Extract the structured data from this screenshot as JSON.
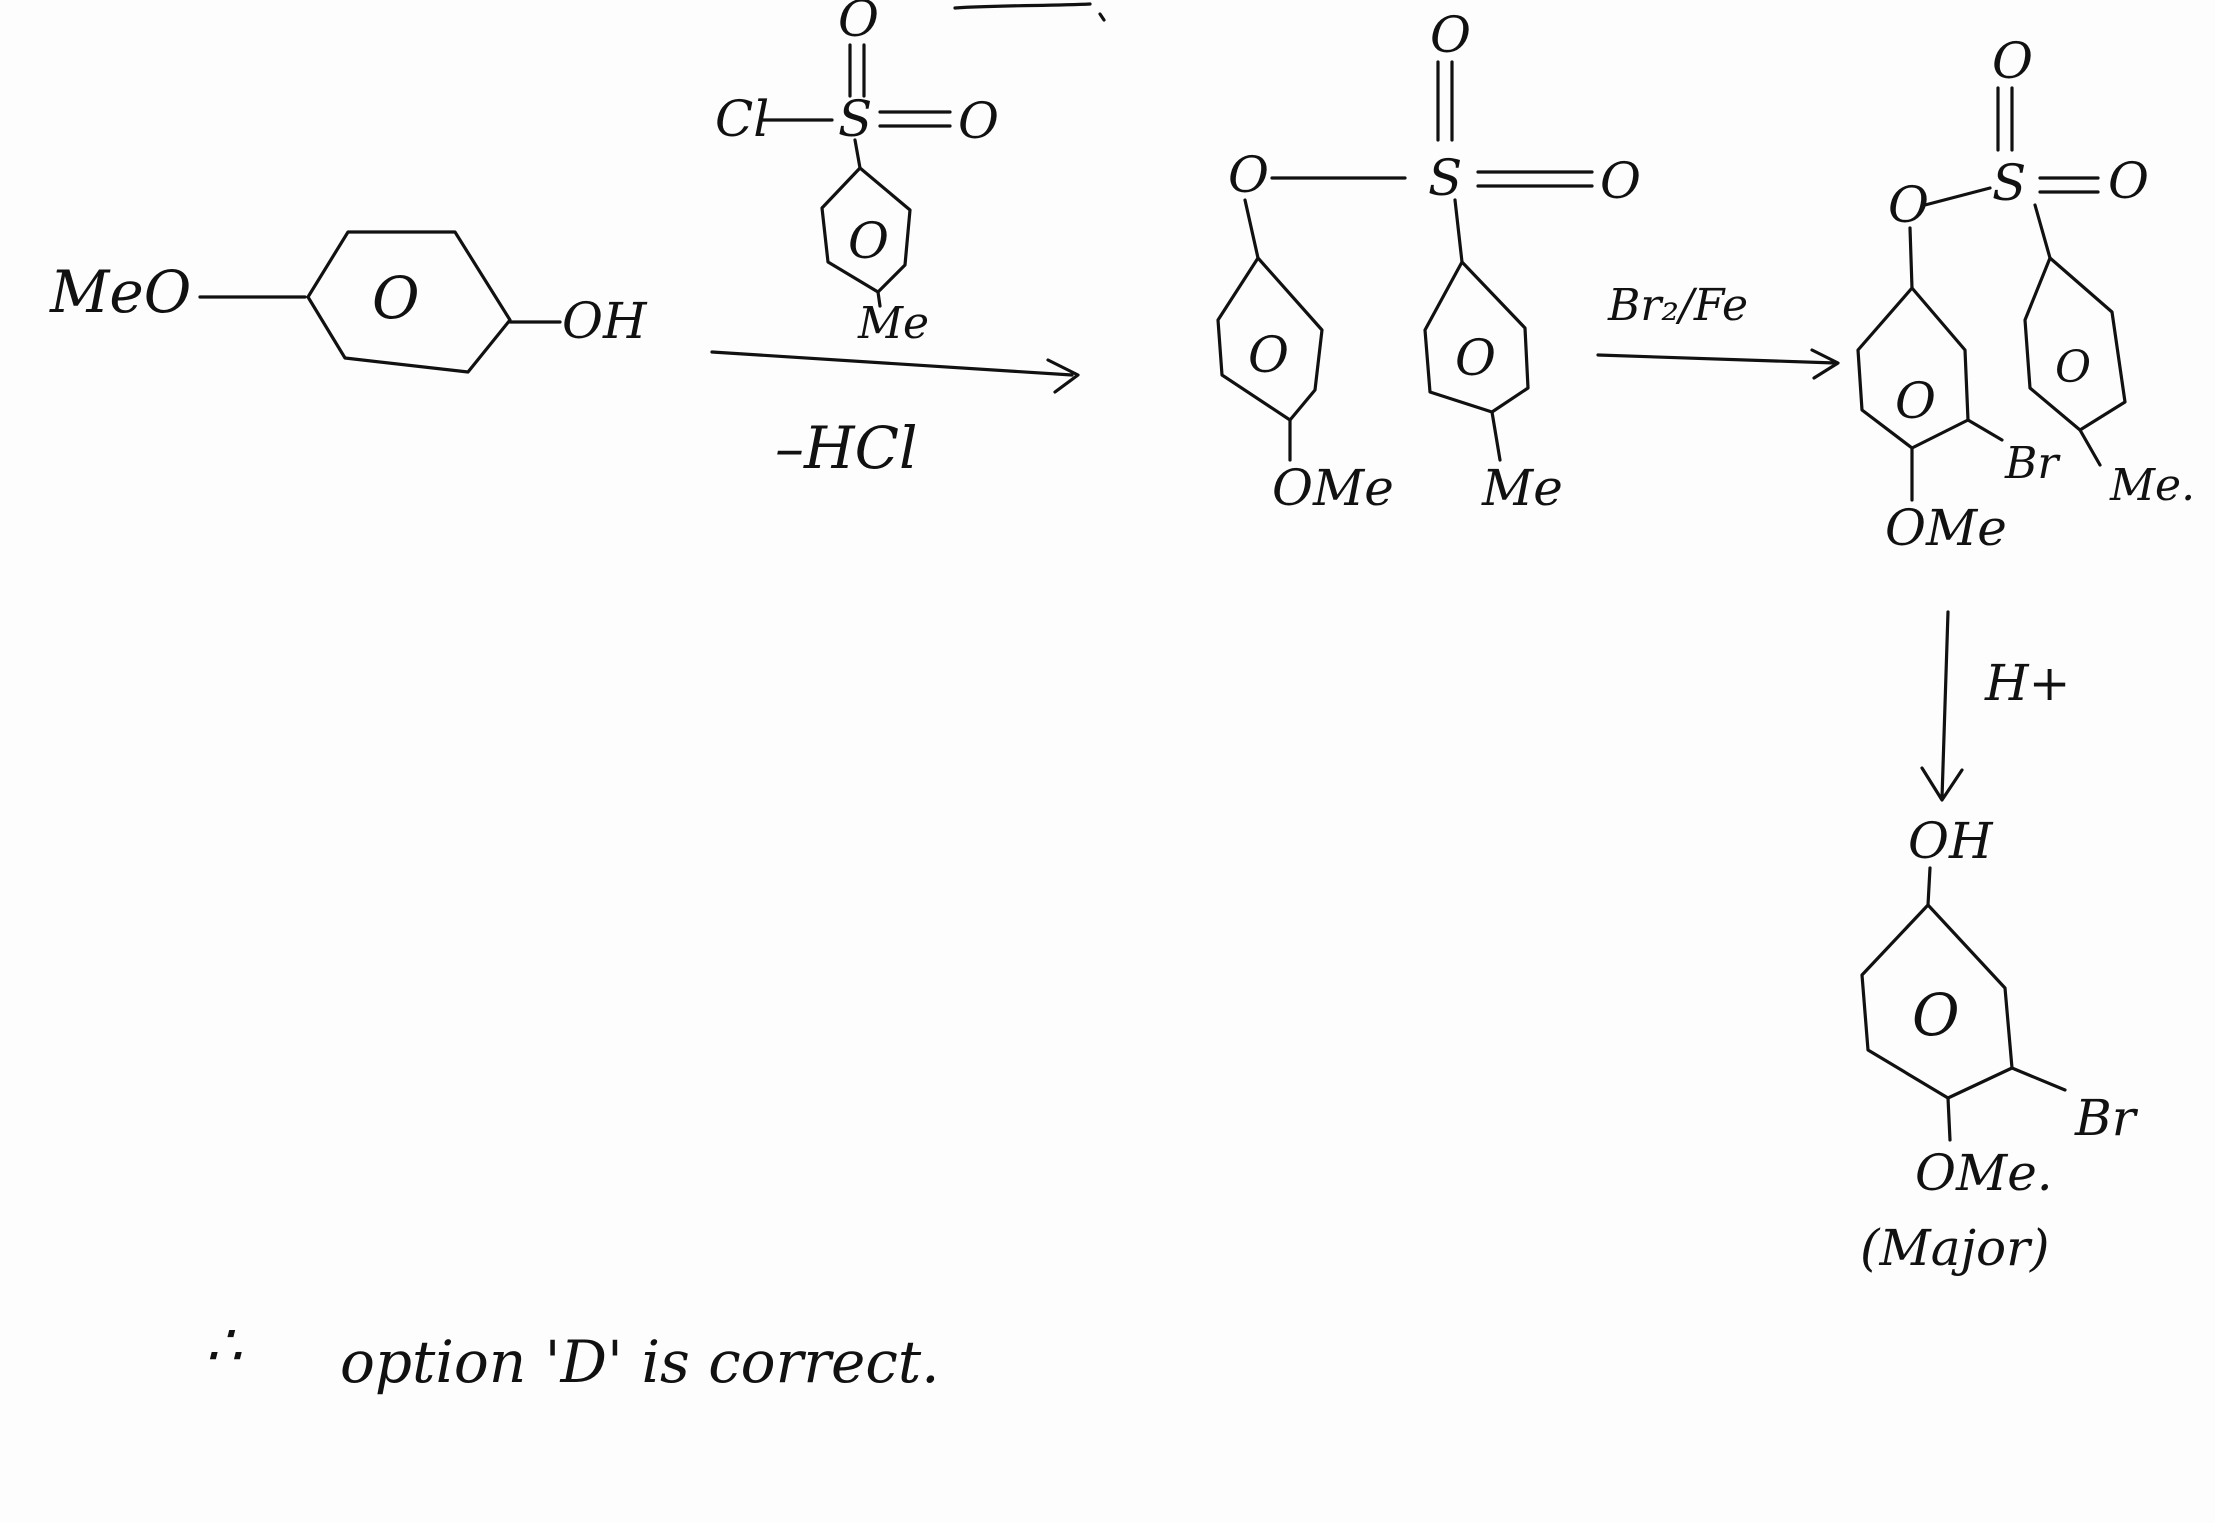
{
  "reactant": {
    "left_label": "MeO",
    "right_label": "OH",
    "ring_label": "O"
  },
  "reagent_tscl": {
    "chlorine_label": "Cl",
    "sulfur_label": "S",
    "oxo_top_label": "O",
    "oxo_right_label": "O",
    "ring_label": "O",
    "methyl_label": "Me"
  },
  "step1": {
    "byproduct_label": "–HCl"
  },
  "tosylate": {
    "ester_o_label": "O",
    "sulfur_label": "S",
    "oxo_top_label": "O",
    "oxo_right_label": "O",
    "ring1_label": "O",
    "ring2_label": "O",
    "methoxy_label": "OMe",
    "methyl_label": "Me"
  },
  "step2": {
    "reagent_label": "Br₂/Fe"
  },
  "brominated_tosylate": {
    "ester_o_label": "O",
    "sulfur_label": "S",
    "oxo_top_label": "O",
    "oxo_right_label": "O",
    "ring1_label": "O",
    "ring2_label": "O",
    "bromo_label": "Br",
    "methyl_label": "Me.",
    "methoxy_label": "OMe"
  },
  "step3": {
    "reagent_label": "H+"
  },
  "product": {
    "hydroxyl_label": "OH",
    "ring_label": "O",
    "bromo_label": "Br",
    "methoxy_label": "OMe.",
    "note_label": "(Major)"
  },
  "conclusion": {
    "therefore_symbol": "∴",
    "text": "option 'D' is correct."
  }
}
